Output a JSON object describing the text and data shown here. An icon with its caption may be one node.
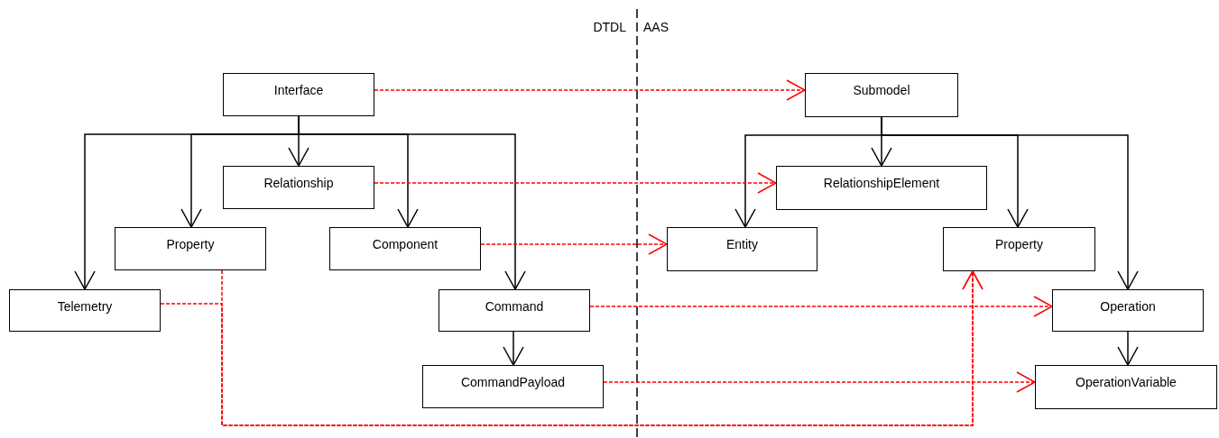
{
  "diagram": {
    "nodes": [
      {
        "text": [
          "Interface"
        ]
      },
      {
        "text": [
          "Relationship"
        ]
      },
      {
        "text": [
          "Property"
        ]
      },
      {
        "text": [
          "Component"
        ]
      },
      {
        "text": [
          "Telemetry"
        ]
      },
      {
        "text": [
          "Command"
        ]
      },
      {
        "text": [
          "CommandPayload"
        ]
      },
      {
        "text": [
          "Submodel"
        ]
      },
      {
        "text": [
          "RelationshipElement"
        ]
      },
      {
        "text": [
          "Entity"
        ]
      },
      {
        "text": [
          "Property"
        ]
      },
      {
        "text": [
          "Operation"
        ]
      },
      {
        "text": [
          "OperationVariable"
        ]
      }
    ],
    "edges": [
      {
        "from": 0,
        "to": 1,
        "arrow": "to"
      },
      {
        "from": 0,
        "to": 2,
        "arrow": "to"
      },
      {
        "from": 0,
        "to": 3,
        "arrow": "to"
      },
      {
        "from": 0,
        "to": 4,
        "arrow": "to"
      },
      {
        "from": 0,
        "to": 5,
        "arrow": "to"
      },
      {
        "from": 5,
        "to": 6,
        "arrow": "to"
      },
      {
        "from": 7,
        "to": 8,
        "arrow": "to"
      },
      {
        "from": 7,
        "to": 9,
        "arrow": "to"
      },
      {
        "from": 7,
        "to": 10,
        "arrow": "to"
      },
      {
        "from": 7,
        "to": 11,
        "arrow": "to"
      },
      {
        "from": 11,
        "to": 12,
        "arrow": "to"
      },
      {
        "from": 0,
        "to": 7,
        "arrow": "to",
        "style": "dashed",
        "color": "#ff0000"
      },
      {
        "from": 1,
        "to": 8,
        "arrow": "to",
        "style": "dashed",
        "color": "#ff0000"
      },
      {
        "from": 3,
        "to": 9,
        "arrow": "to",
        "style": "dashed",
        "color": "#ff0000"
      },
      {
        "from": 5,
        "to": 11,
        "arrow": "to",
        "style": "dashed",
        "color": "#ff0000"
      },
      {
        "from": 6,
        "to": 12,
        "arrow": "to",
        "style": "dashed",
        "color": "#ff0000"
      },
      {
        "from": 4,
        "to": 10,
        "arrow": "to",
        "style": "dashed",
        "color": "#ff0000"
      },
      {
        "from": 2,
        "to": 10,
        "arrow": "to",
        "style": "dashed",
        "color": "#ff0000"
      }
    ],
    "labels": [
      "DTDL",
      "AAS"
    ]
  }
}
